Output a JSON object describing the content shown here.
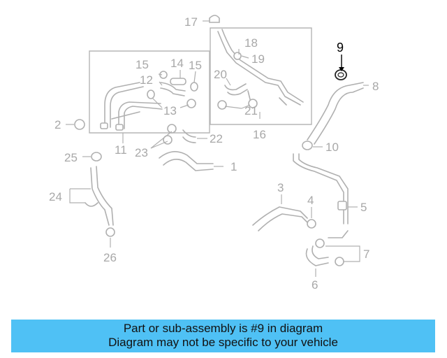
{
  "diagram": {
    "highlighted_part": "9",
    "highlight_color": "#000000",
    "callouts": {
      "c1": "1",
      "c2": "2",
      "c3": "3",
      "c4": "4",
      "c5": "5",
      "c6": "6",
      "c7": "7",
      "c8": "8",
      "c9": "9",
      "c10": "10",
      "c11": "11",
      "c12": "12",
      "c13": "13",
      "c14": "14",
      "c15a": "15",
      "c15b": "15",
      "c16": "16",
      "c17": "17",
      "c18": "18",
      "c19": "19",
      "c20": "20",
      "c21": "21",
      "c22": "22",
      "c23": "23",
      "c24": "24",
      "c25": "25",
      "c26": "26"
    }
  },
  "banner": {
    "color": "#4fc1f5",
    "line1": "Part or sub-assembly is #9 in diagram",
    "line2": "Diagram may not be specific to your vehicle"
  }
}
